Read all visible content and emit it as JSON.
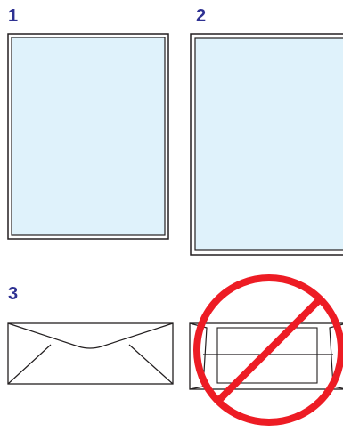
{
  "labels": {
    "item1": "1",
    "item2": "2",
    "item3": "3"
  },
  "colors": {
    "label_text": "#2e3192",
    "paper_fill": "#dff2fb",
    "outline": "#231f20",
    "prohibited_red": "#ed1c24",
    "envelope_fill": "#ffffff"
  },
  "icons": {
    "item1": "paper-sheet-icon",
    "item2": "paper-sheet-large-icon",
    "item3": "envelope-flap-icon",
    "item4": "envelope-prohibited-icon"
  }
}
